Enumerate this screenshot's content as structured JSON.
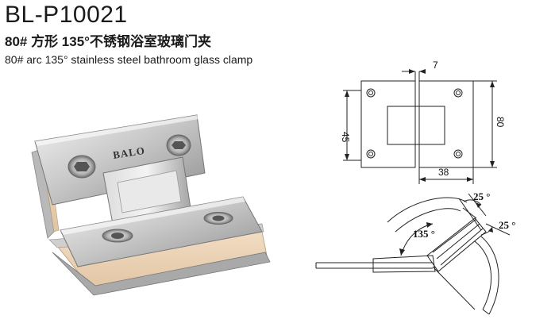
{
  "product": {
    "model": "BL-P10021",
    "title_cn": "80# 方形 135°不锈钢浴室玻璃门夹",
    "title_en": "80# arc 135° stainless steel bathroom glass clamp",
    "logo": "BALO"
  },
  "dimensions": {
    "gap": "7",
    "height_left": "45",
    "height_right": "80",
    "width_bottom": "38"
  },
  "angles": {
    "main": "135 °",
    "top": "25 °",
    "right": "25 °"
  }
}
